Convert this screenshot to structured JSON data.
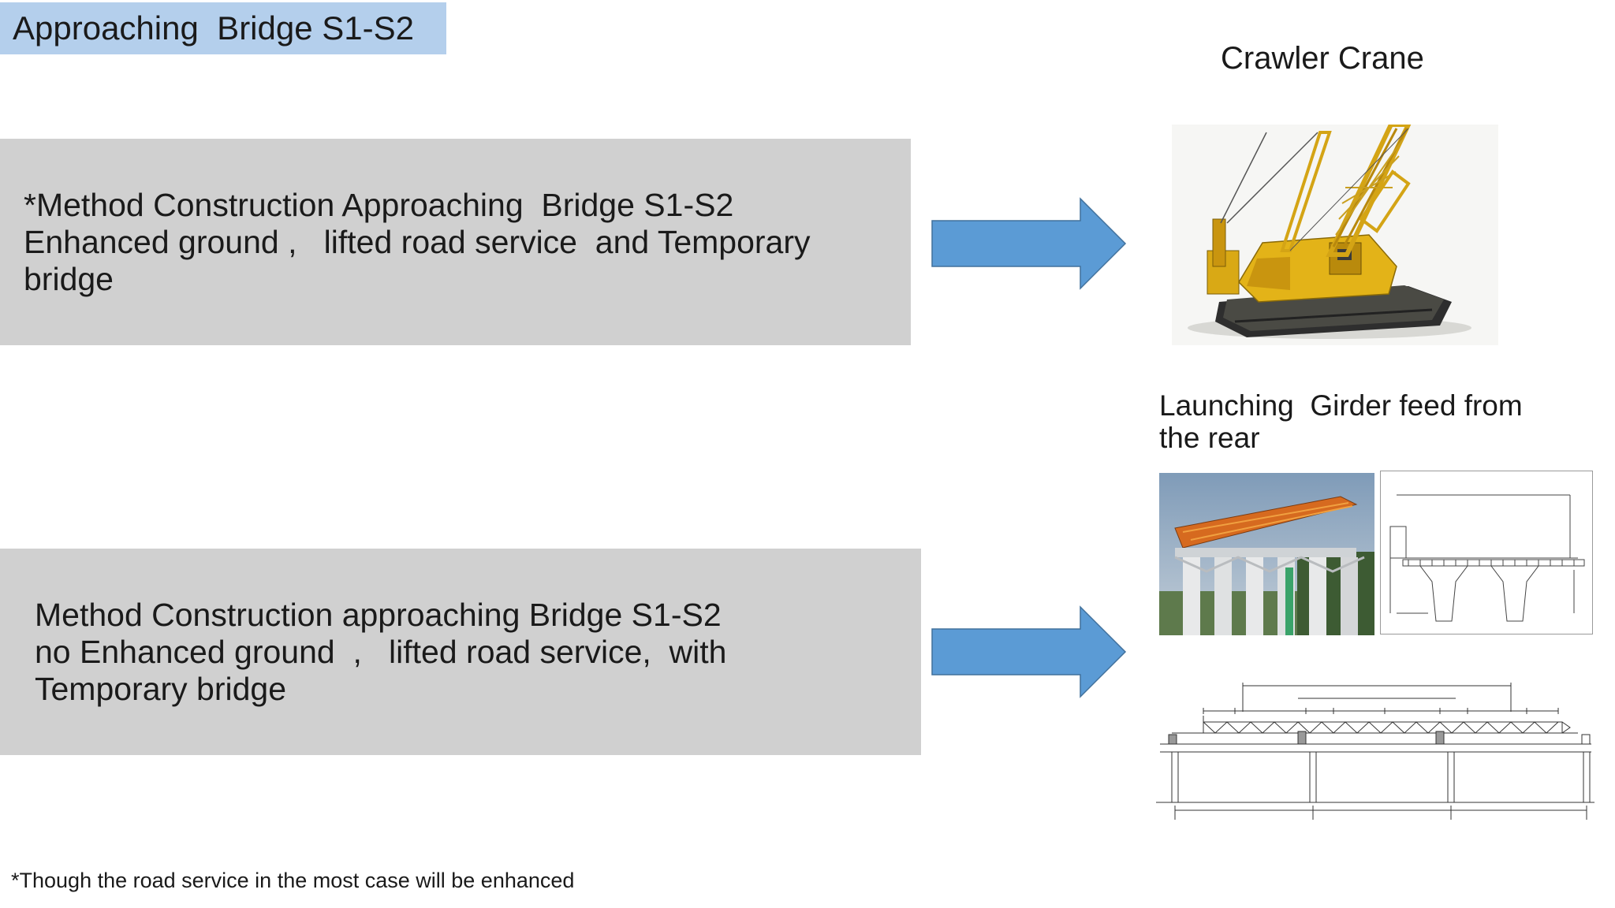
{
  "header": {
    "title": "Approaching  Bridge S1-S2"
  },
  "methods": [
    {
      "text": "*Method Construction Approaching  Bridge S1-S2\nEnhanced ground ,   lifted road service  and Temporary\nbridge"
    },
    {
      "text": "Method Construction approaching Bridge S1-S2\nno Enhanced ground  ,   lifted road service,  with\nTemporary bridge"
    }
  ],
  "options": {
    "crane_label": "Crawler Crane",
    "launching_label": "Launching  Girder feed from\nthe rear"
  },
  "footnote": "*Though the road service in the most case will be enhanced",
  "colors": {
    "title_bg": "#b4cfec",
    "box_bg": "#d0d0d0",
    "arrow_fill": "#5b9bd5",
    "arrow_stroke": "#41719c",
    "crane_yellow": "#e3b318"
  }
}
